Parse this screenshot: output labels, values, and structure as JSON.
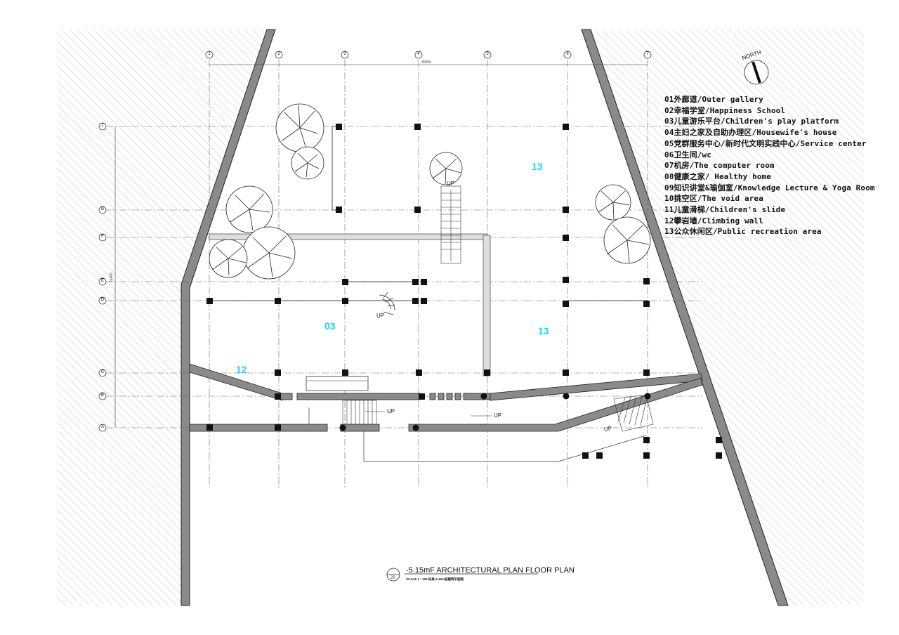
{
  "legend": [
    "01外廊道/Outer gallery",
    "02幸福学堂/Happiness School",
    "03儿童游乐平台/Children's play platform",
    "04主妇之家及自助办理区/Housewife's house",
    "05党群服务中心/新时代文明实践中心/Service center",
    "06卫生间/wc",
    "07机房/The computer room",
    "08健康之家/ Healthy home",
    "09知识讲堂&瑜伽室/Knowledge Lecture & Yoga Room",
    "10挑空区/The void area",
    "11儿童滑梯/Children's slide",
    "12攀岩墙/Climbing wall",
    "13公众休闲区/Public recreation area"
  ],
  "rooms": {
    "r13a": "13",
    "r03": "03",
    "r13b": "13",
    "r12": "12"
  },
  "title": {
    "main": "-5.15mF ARCHITECTURAL PLAN  FLOOR PLAN",
    "sub": "SCALE 1 : 150        标高-5.15m层建筑平面图",
    "symbol": "20"
  },
  "north": "NORTH",
  "dims": {
    "top": "30000",
    "left": "21000"
  },
  "up_labels": {
    "u1": "UP",
    "u2": "UP",
    "u3": "UP",
    "u4": "UP",
    "u5": "UP"
  },
  "axes_top": [
    "1",
    "2",
    "3",
    "4",
    "5",
    "6",
    "7"
  ],
  "axes_left": [
    "J",
    "G",
    "F",
    "E",
    "D",
    "C",
    "B",
    "A"
  ],
  "colors": {
    "room_label": "#22d3ee",
    "wall": "#888888",
    "hatch": "#bdbdbd"
  }
}
